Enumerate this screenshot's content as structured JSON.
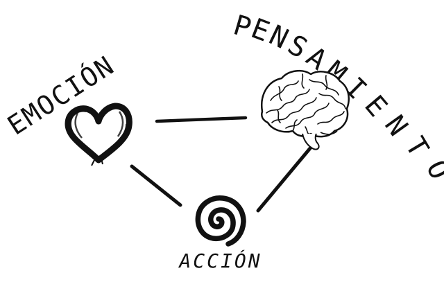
{
  "concepts": {
    "emotion": {
      "label": "EMOCIÓN",
      "icon": "heart-icon"
    },
    "thought": {
      "label": "PENSAMIENTO",
      "icon": "brain-icon"
    },
    "action": {
      "label": "ACCIÓN",
      "icon": "spiral-icon"
    }
  },
  "connections": [
    {
      "from": "emotion",
      "to": "thought"
    },
    {
      "from": "emotion",
      "to": "action"
    },
    {
      "from": "thought",
      "to": "action"
    }
  ],
  "colors": {
    "ink": "#111111",
    "background": "#ffffff"
  }
}
